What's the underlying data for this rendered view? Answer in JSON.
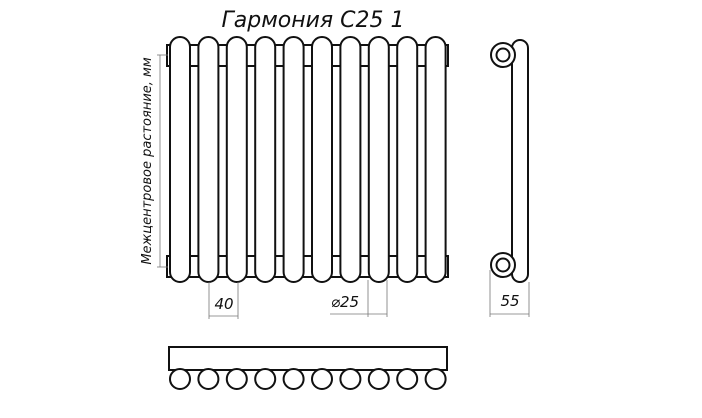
{
  "title": "Гармония С25 1",
  "sections_count": 10,
  "dimensions": {
    "center_distance_label": "Межцентровое растояние, мм",
    "section_pitch": "40",
    "tube_diameter": "⌀25",
    "depth": "55"
  },
  "colors": {
    "line": "#111111",
    "background": "#ffffff"
  }
}
